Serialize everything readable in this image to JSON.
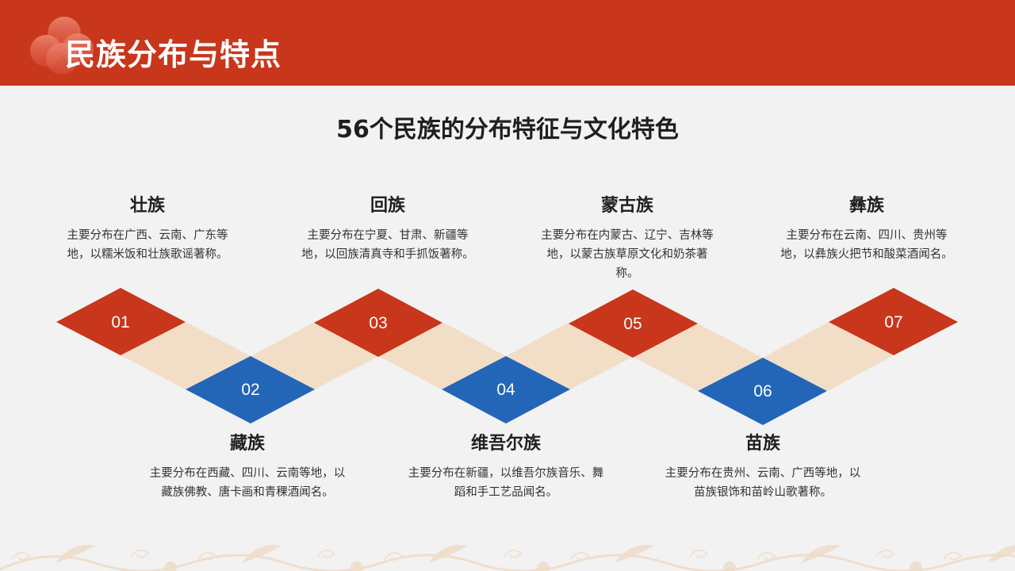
{
  "header": {
    "title": "民族分布与特点",
    "bar_color": "#C8361B",
    "decoration": "cloud-icon"
  },
  "main": {
    "subtitle": "56个民族的分布特征与文化特色"
  },
  "colors": {
    "red": "#C8361B",
    "blue": "#2366B8",
    "connector": "#F2DEC7",
    "background": "#F2F2F2"
  },
  "steps": [
    {
      "num": "01",
      "name": "壮族",
      "desc": "主要分布在广西、云南、广东等地，以糯米饭和壮族歌谣著称。",
      "position": "top",
      "color": "red"
    },
    {
      "num": "02",
      "name": "藏族",
      "desc": "主要分布在西藏、四川、云南等地，以藏族佛教、唐卡画和青稞酒闻名。",
      "position": "bottom",
      "color": "blue"
    },
    {
      "num": "03",
      "name": "回族",
      "desc": "主要分布在宁夏、甘肃、新疆等地，以回族清真寺和手抓饭著称。",
      "position": "top",
      "color": "red"
    },
    {
      "num": "04",
      "name": "维吾尔族",
      "desc": "主要分布在新疆，以维吾尔族音乐、舞蹈和手工艺品闻名。",
      "position": "bottom",
      "color": "blue"
    },
    {
      "num": "05",
      "name": "蒙古族",
      "desc": "主要分布在内蒙古、辽宁、吉林等地，以蒙古族草原文化和奶茶著称。",
      "position": "top",
      "color": "red"
    },
    {
      "num": "06",
      "name": "苗族",
      "desc": "主要分布在贵州、云南、广西等地，以苗族银饰和苗岭山歌著称。",
      "position": "bottom",
      "color": "blue"
    },
    {
      "num": "07",
      "name": "彝族",
      "desc": "主要分布在云南、四川、贵州等地，以彝族火把节和酸菜酒闻名。",
      "position": "top",
      "color": "red"
    }
  ]
}
